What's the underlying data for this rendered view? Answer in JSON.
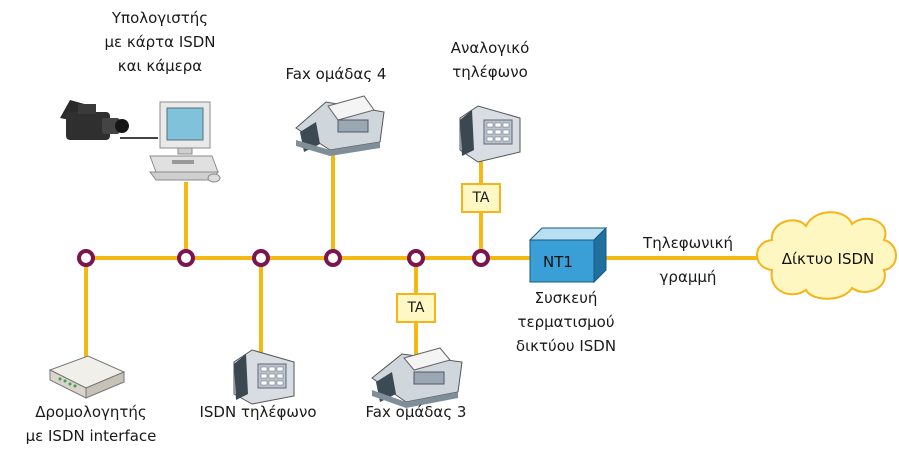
{
  "labels": {
    "pc": [
      "Υπολογιστής",
      "με κάρτα ISDN",
      "και κάμερα"
    ],
    "fax4": "Fax ομάδας 4",
    "analog_phone": [
      "Αναλογικό",
      "τηλέφωνο"
    ],
    "router": [
      "Δρομολογητής",
      "με ISDN interface"
    ],
    "isdn_phone": "ISDN τηλέφωνο",
    "fax3": "Fax ομάδας 3",
    "nt1_device": [
      "Συσκευή",
      "τερματισμού",
      "δικτύου ISDN"
    ],
    "phone_line": [
      "Τηλεφωνική",
      "γραμμή"
    ]
  },
  "ta_label": "TA",
  "nt1_label": "NT1",
  "cloud_label": "Δίκτυο ISDN",
  "colors": {
    "bus": "#f5b914",
    "node_ring": "#7a1550",
    "ta_fill": "#fff8c4",
    "nt1_blue": "#2c8fc9",
    "cloud_fill": "#fff7c2"
  }
}
